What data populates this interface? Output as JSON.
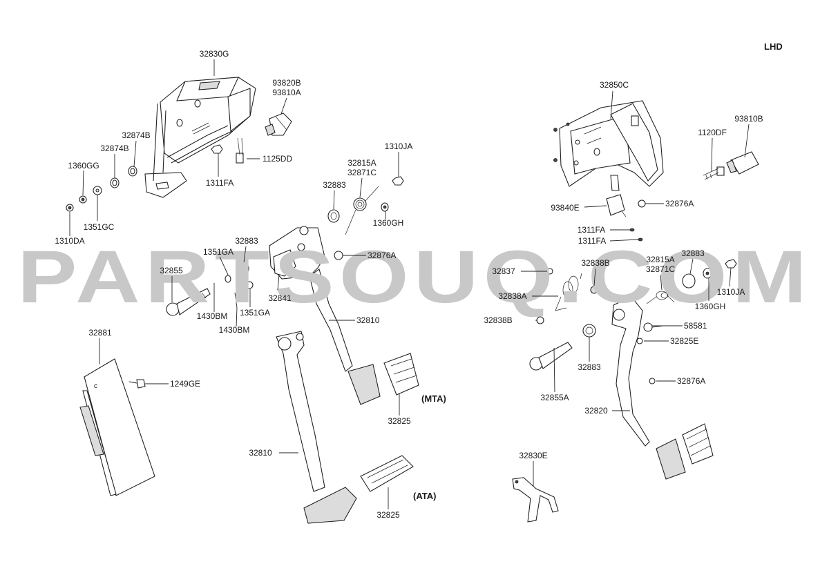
{
  "variant": "LHD",
  "watermark": "PARTSOUQ.COM",
  "notes": {
    "mta": "(MTA)",
    "ata": "(ATA)"
  },
  "labels": {
    "l32830G": "32830G",
    "l93820B": "93820B",
    "l93810A": "93810A",
    "l32874B_a": "32874B",
    "l32874B_b": "32874B",
    "l1360GG": "1360GG",
    "l1125DD": "1125DD",
    "l1311FA_left": "1311FA",
    "l1351GC": "1351GC",
    "l1310DA": "1310DA",
    "l1310JA_left": "1310JA",
    "l32815A_left": "32815A",
    "l32871C_left": "32871C",
    "l32883_left_top": "32883",
    "l1360GH_left": "1360GH",
    "l32876A_left": "32876A",
    "l32883_left_mid": "32883",
    "l1351GA_a": "1351GA",
    "l32855": "32855",
    "l32841": "32841",
    "l1351GA_b": "1351GA",
    "l1430BM_a": "1430BM",
    "l1430BM_b": "1430BM",
    "l32810_top": "32810",
    "l32881": "32881",
    "l1249GE": "1249GE",
    "l32825_mta": "32825",
    "l32810_bottom": "32810",
    "l32825_ata": "32825",
    "l32850C": "32850C",
    "l1120DF": "1120DF",
    "l93810B": "93810B",
    "l93840E": "93840E",
    "l32876A_right_top": "32876A",
    "l1311FA_r1": "1311FA",
    "l1311FA_r2": "1311FA",
    "l32837": "32837",
    "l32838B_top": "32838B",
    "l32815A_right": "32815A",
    "l32871C_right": "32871C",
    "l32883_right_top": "32883",
    "l1310JA_right": "1310JA",
    "l1360GH_right": "1360GH",
    "l32838A": "32838A",
    "l32838B_bottom": "32838B",
    "l58581": "58581",
    "l32825E": "32825E",
    "l32883_right_bottom": "32883",
    "l32855A": "32855A",
    "l32876A_right_bottom": "32876A",
    "l32820": "32820",
    "l32830E": "32830E"
  }
}
